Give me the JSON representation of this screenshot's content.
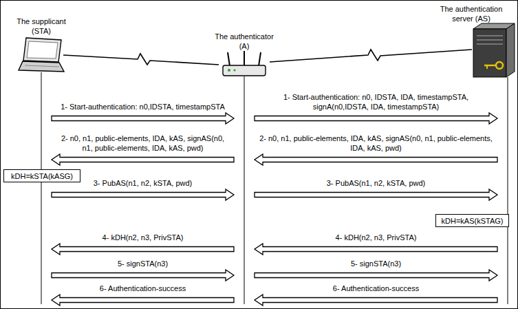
{
  "diagram": {
    "nodes": [
      {
        "text": [
          "The supplicant (STA)"
        ]
      },
      {
        "text": [
          "The authenticator (A)"
        ]
      },
      {
        "text": [
          "The authentication server (AS)"
        ]
      },
      {
        "text": [
          "kDH=kSTA(kASG)"
        ]
      },
      {
        "text": [
          "kDH=kAS(kSTAG)"
        ]
      }
    ],
    "edges": [
      {
        "from": 0,
        "to": 1,
        "arrow": "to",
        "label": "1- Start-authentication: n0,IDSTA, timestampSTA"
      },
      {
        "from": 1,
        "to": 2,
        "arrow": "to",
        "label": "1- Start-authentication: n0, IDSTA, IDA, timestampSTA, signA(n0,IDSTA, IDA, timestampSTA)"
      },
      {
        "from": 1,
        "to": 0,
        "arrow": "to",
        "label": "2- n0, n1, public-elements, IDA, kAS, signAS(n0, n1, public-elements, IDA, kAS, pwd)"
      },
      {
        "from": 2,
        "to": 1,
        "arrow": "to",
        "label": "2- n0, n1, public-elements, IDA, kAS, signAS(n0, n1, public-elements, IDA, kAS, pwd)"
      },
      {
        "from": 0,
        "to": 1,
        "arrow": "to",
        "label": "3- PubAS(n1, n2, kSTA, pwd)"
      },
      {
        "from": 1,
        "to": 2,
        "arrow": "to",
        "label": "3- PubAS(n1, n2, kSTA, pwd)"
      },
      {
        "from": 1,
        "to": 0,
        "arrow": "to",
        "label": "4- kDH(n2, n3, PrivSTA)"
      },
      {
        "from": 2,
        "to": 1,
        "arrow": "to",
        "label": "4- kDH(n2, n3, PrivSTA)"
      },
      {
        "from": 0,
        "to": 1,
        "arrow": "to",
        "label": "5- signSTA(n3)"
      },
      {
        "from": 1,
        "to": 2,
        "arrow": "to",
        "label": "5- signSTA(n3)"
      },
      {
        "from": 1,
        "to": 0,
        "arrow": "to",
        "label": "6- Authentication-success"
      },
      {
        "from": 2,
        "to": 1,
        "arrow": "to",
        "label": "6- Authentication-success"
      }
    ]
  }
}
